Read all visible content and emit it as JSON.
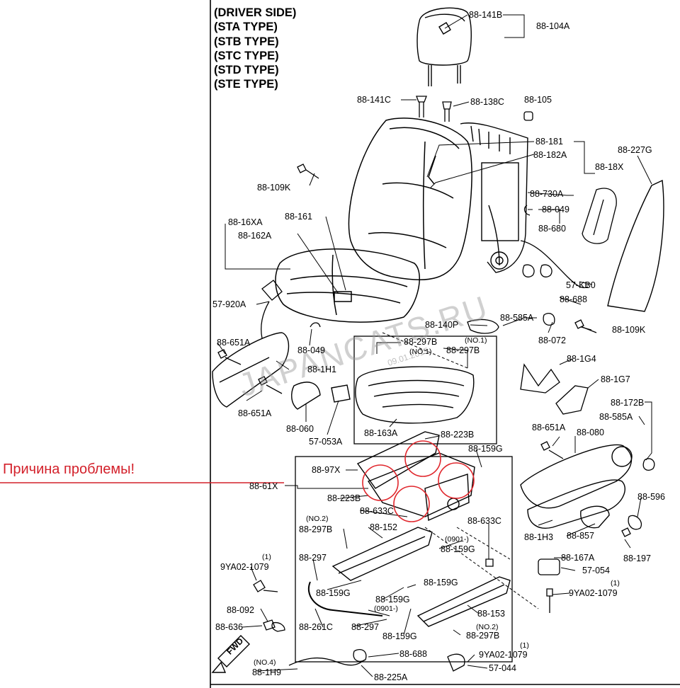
{
  "header": [
    "(DRIVER SIDE)",
    "(STA TYPE)",
    "(STB TYPE)",
    "(STC TYPE)",
    "(STD TYPE)",
    "(STE TYPE)"
  ],
  "note": "Причина проблемы!",
  "watermark": {
    "text": "JAPANCATS.RU",
    "date": "09.01.2015"
  },
  "fwd": "FWD",
  "colors": {
    "note": "#d3202a",
    "circles": "#e0262c",
    "line": "#000000"
  },
  "labels": {
    "l88141B": "88-141B",
    "l88104A": "88-104A",
    "l88141C": "88-141C",
    "l88138C": "88-138C",
    "l88105": "88-105",
    "l88181": "88-181",
    "l88182A": "88-182A",
    "l8818X": "88-18X",
    "l88227G": "88-227G",
    "l88109K_a": "88-109K",
    "l88730A": "88-730A",
    "l88049_a": "88-049",
    "l88680": "88-680",
    "l8816XA": "88-16XA",
    "l88161": "88-161",
    "l88162A": "88-162A",
    "l57KB0": "57-KB0",
    "l88688_a": "88-688",
    "l57920A": "57-920A",
    "l88585A_a": "88-585A",
    "l88140P": "88-140P",
    "l88109K_b": "88-109K",
    "l88072": "88-072",
    "l88651A_a": "88-651A",
    "l88049_b": "88-049",
    "l88297B_a": "88-297B",
    "lNO1_a": "(NO.1)",
    "lNO1_b": "(NO.1)",
    "l88297B_b": "88-297B",
    "l881H1": "88-1H1",
    "l881G4": "88-1G4",
    "l881G7": "88-1G7",
    "l88651A_b": "88-651A",
    "l88060": "88-060",
    "l57053A": "57-053A",
    "l88163A": "88-163A",
    "l88172B": "88-172B",
    "l88585A_b": "88-585A",
    "l88651A_c": "88-651A",
    "l88080": "88-080",
    "l88223B_a": "88-223B",
    "l88159G_a": "88-159G",
    "l8897X": "88-97X",
    "l8861X": "88-61X",
    "l88223B_b": "88-223B",
    "l88633C_a": "88-633C",
    "l88596": "88-596",
    "l88633C_b": "88-633C",
    "lNO2_a": "(NO.2)",
    "l88297B_c": "88-297B",
    "l88152": "88-152",
    "l881H3": "88-1H3",
    "l88857": "88-857",
    "l88197": "88-197",
    "l0901_a": "(0901-)",
    "l88159G_b": "88-159G",
    "l88167A": "88-167A",
    "l1_a": "(1)",
    "l9YA021079_a": "9YA02-1079",
    "l88297": "88-297",
    "l57054": "57-054",
    "l88159G_c": "88-159G",
    "l88159G_d": "88-159G",
    "l1_b": "(1)",
    "l88159G_e": "88-159G",
    "l9YA021079_b": "9YA02-1079",
    "l88092": "88-092",
    "l0901_b": "(0901-)",
    "l88153": "88-153",
    "l88636": "88-636",
    "l88261C": "88-261C",
    "l88297_b": "88-297",
    "lNO2_b": "(NO.2)",
    "l88159G_f": "88-159G",
    "l88297B_d": "88-297B",
    "l88688_b": "88-688",
    "lNO4": "(NO.4)",
    "l881H9": "88-1H9",
    "l88225A": "88-225A",
    "l9YA021079_c": "9YA02-1079",
    "l1_c": "(1)",
    "l57044": "57-044"
  }
}
